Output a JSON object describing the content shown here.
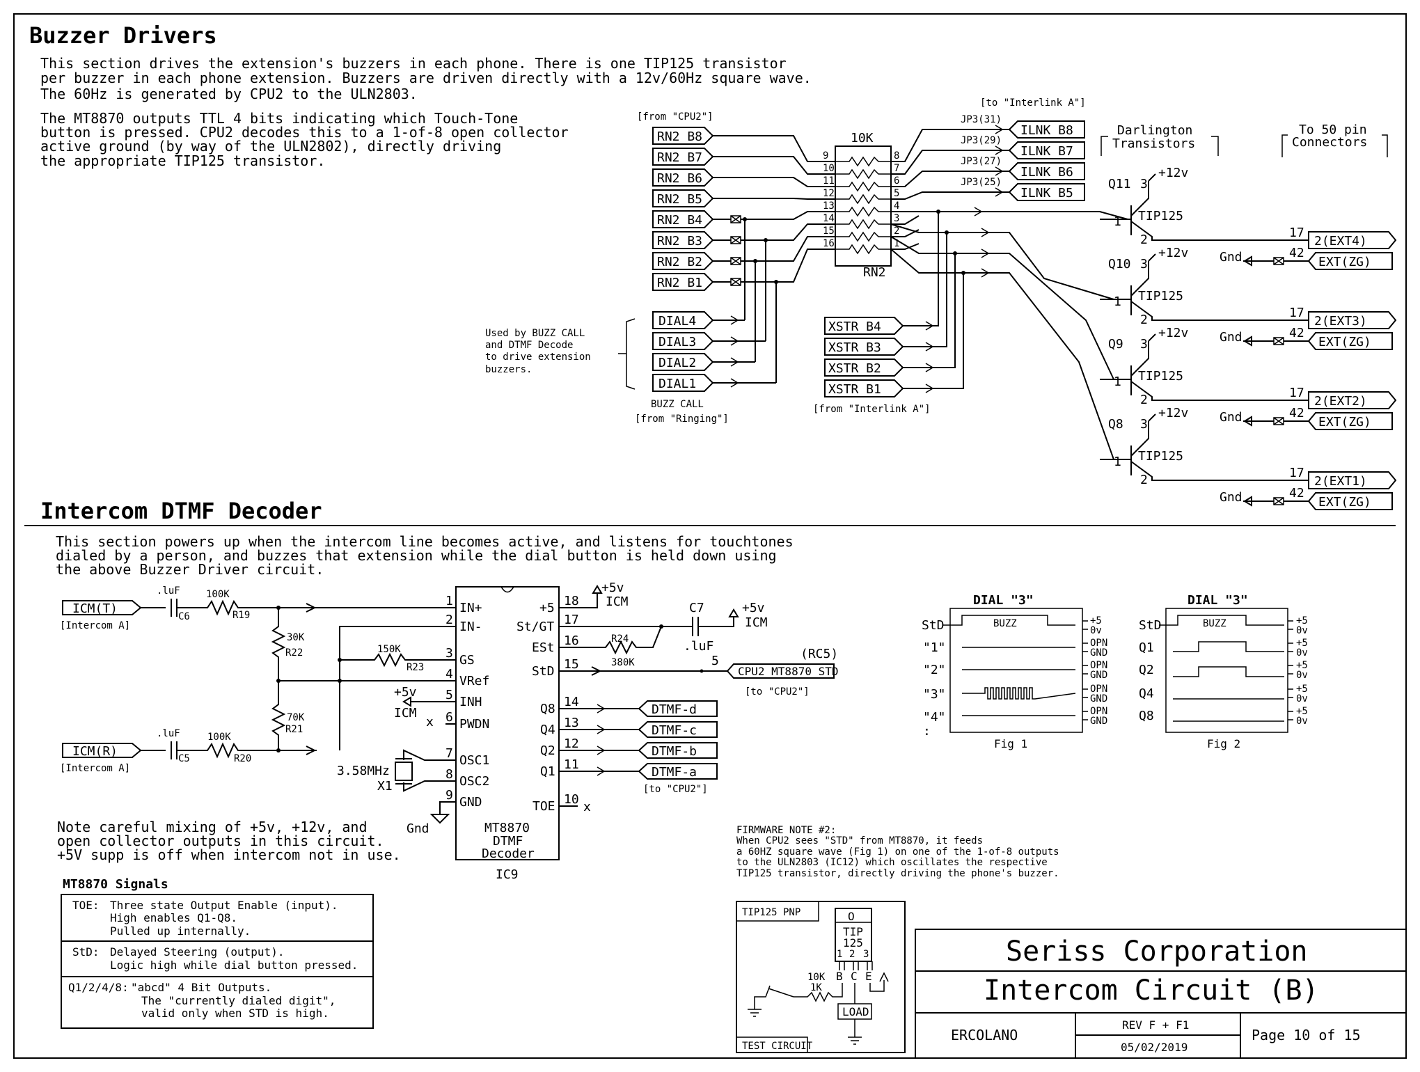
{
  "sections": {
    "buzzer_title": "Buzzer Drivers",
    "buzzer_desc": [
      "This section drives the extension's buzzers in each phone. There is one TIP125 transistor",
      "per buzzer in each phone extension. Buzzers are driven directly with a 12v/60Hz square wave.",
      "The 60Hz is generated by CPU2 to the ULN2803."
    ],
    "mt_desc": [
      "The MT8870 outputs TTL 4 bits indicating which Touch-Tone",
      "button is pressed. CPU2 decodes this to a 1-of-8 open collector",
      "active ground (by way of the ULN2802), directly driving",
      "the appropriate TIP125 transistor."
    ],
    "dtmf_title": "Intercom DTMF Decoder",
    "dtmf_desc": [
      "This section powers up when the intercom line becomes active, and listens for touchtones",
      "dialed by a person, and buzzes that extension while the dial button is held down using",
      "the above Buzzer Driver circuit."
    ],
    "mixing_note": [
      "Note careful mixing of +5v, +12v, and",
      "open collector outputs in this circuit.",
      "+5V supp is off when intercom not in use."
    ]
  },
  "buzzer": {
    "from_cpu2": "[from \"CPU2\"]",
    "to_interlink": "[to \"Interlink A\"]",
    "rn2_inputs": [
      "RN2 B8",
      "RN2 B7",
      "RN2 B6",
      "RN2 B5",
      "RN2 B4",
      "RN2 B3",
      "RN2 B2",
      "RN2 B1"
    ],
    "rn2_value": "10K",
    "rn2_name": "RN2",
    "rn2_left_pins": [
      "9",
      "10",
      "11",
      "12",
      "13",
      "14",
      "15",
      "16"
    ],
    "rn2_right_pins": [
      "8",
      "7",
      "6",
      "5",
      "4",
      "3",
      "2",
      "1"
    ],
    "jp3_labels": [
      "JP3(31)",
      "JP3(29)",
      "JP3(27)",
      "JP3(25)"
    ],
    "ilnk": [
      "ILNK B8",
      "ILNK B7",
      "ILNK B6",
      "ILNK B5"
    ],
    "dial": [
      "DIAL4",
      "DIAL3",
      "DIAL2",
      "DIAL1"
    ],
    "used_by": [
      "Used by BUZZ CALL",
      "and DTMF Decode",
      "to drive extension",
      "buzzers."
    ],
    "buzz_call": "BUZZ CALL",
    "from_ringing": "[from \"Ringing\"]",
    "xstr": [
      "XSTR B4",
      "XSTR B3",
      "XSTR B2",
      "XSTR B1"
    ],
    "from_interlink": "[from \"Interlink A\"]",
    "darlington": [
      "Darlington",
      "Transistors"
    ],
    "connectors": [
      "To 50 pin",
      "Connectors"
    ],
    "transistors": [
      {
        "ref": "Q11",
        "part": "TIP125",
        "ext": "2(EXT4)"
      },
      {
        "ref": "Q10",
        "part": "TIP125",
        "ext": "2(EXT3)"
      },
      {
        "ref": "Q9",
        "part": "TIP125",
        "ext": "2(EXT2)"
      },
      {
        "ref": "Q8",
        "part": "TIP125",
        "ext": "2(EXT1)"
      }
    ],
    "plus12": "+12v",
    "gnd": "Gnd",
    "ext_zg": "EXT(ZG)",
    "pin17": "17",
    "pin42": "42",
    "pin1": "1",
    "pin2": "2",
    "pin3": "3"
  },
  "dtmf": {
    "icm_t": "ICM(T)",
    "icm_r": "ICM(R)",
    "intercom_a": "[Intercom A]",
    "c6": {
      "val": ".luF",
      "ref": "C6"
    },
    "c5": {
      "val": ".luF",
      "ref": "C5"
    },
    "r19": {
      "val": "100K",
      "ref": "R19"
    },
    "r20": {
      "val": "100K",
      "ref": "R20"
    },
    "r22": {
      "val": "30K",
      "ref": "R22"
    },
    "r21": {
      "val": "70K",
      "ref": "R21"
    },
    "r23": {
      "val": "150K",
      "ref": "R23"
    },
    "r24": {
      "val": "R24",
      "ref": "380K"
    },
    "c7": {
      "ref": "C7",
      "val": ".luF"
    },
    "crystal": {
      "val": "3.58MHz",
      "ref": "X1"
    },
    "ic_left_pins": [
      {
        "n": "1",
        "name": "IN+"
      },
      {
        "n": "2",
        "name": "IN-"
      },
      {
        "n": "3",
        "name": "GS"
      },
      {
        "n": "4",
        "name": "VRef"
      },
      {
        "n": "5",
        "name": "INH"
      },
      {
        "n": "6",
        "name": "PWDN"
      },
      {
        "n": "7",
        "name": "OSC1"
      },
      {
        "n": "8",
        "name": "OSC2"
      },
      {
        "n": "9",
        "name": "GND"
      }
    ],
    "ic_right_pins": [
      {
        "n": "18",
        "name": "+5"
      },
      {
        "n": "17",
        "name": "St/GT"
      },
      {
        "n": "16",
        "name": "ESt"
      },
      {
        "n": "15",
        "name": "StD"
      },
      {
        "n": "14",
        "name": "Q8"
      },
      {
        "n": "13",
        "name": "Q4"
      },
      {
        "n": "12",
        "name": "Q2"
      },
      {
        "n": "11",
        "name": "Q1"
      },
      {
        "n": "10",
        "name": "TOE"
      }
    ],
    "ic_name": [
      "MT8870",
      "DTMF",
      "Decoder"
    ],
    "ic_ref": "IC9",
    "plus5v": "+5v",
    "icm": "ICM",
    "gnd": "Gnd",
    "x_mark": "x",
    "std_out": "CPU2 MT8870 STD",
    "rc5": "(RC5)",
    "pin5": "5",
    "to_cpu2": "[to \"CPU2\"]",
    "outputs": [
      "DTMF-d",
      "DTMF-c",
      "DTMF-b",
      "DTMF-a"
    ]
  },
  "fig1": {
    "title": "DIAL \"3\"",
    "rows": [
      "StD",
      "\"1\"",
      "\"2\"",
      "\"3\"",
      "\"4\"",
      ":"
    ],
    "buzz": "BUZZ",
    "levels_std": [
      "+5",
      "0v"
    ],
    "levels_opn": [
      "OPN",
      "GND"
    ],
    "caption": "Fig 1"
  },
  "fig2": {
    "title": "DIAL \"3\"",
    "rows": [
      "StD",
      "Q1",
      "Q2",
      "Q4",
      "Q8"
    ],
    "buzz": "BUZZ",
    "levels": [
      "+5",
      "0v"
    ],
    "caption": "Fig 2"
  },
  "firmware_note": [
    "FIRMWARE NOTE #2:",
    "When CPU2 sees \"STD\" from MT8870, it feeds",
    "a 60HZ square wave (Fig 1) on one of the 1-of-8 outputs",
    "to the ULN2803 (IC12) which oscillates the respective",
    "TIP125 transistor, directly driving the phone's buzzer."
  ],
  "signals": {
    "title": "MT8870 Signals",
    "rows": [
      {
        "name": "TOE:",
        "lines": [
          "Three state Output Enable (input).",
          "High enables Q1-Q8.",
          "Pulled up internally."
        ]
      },
      {
        "name": "StD:",
        "lines": [
          "Delayed Steering (output).",
          "Logic high while dial button pressed."
        ]
      },
      {
        "name": "Q1/2/4/8:",
        "lines": [
          "\"abcd\" 4 Bit Outputs.",
          "The \"currently dialed digit\",",
          "valid only when STD is high."
        ]
      }
    ]
  },
  "test_circuit": {
    "part": "TIP125 PNP",
    "label": "TEST CIRCUIT",
    "chip": [
      "O",
      "TIP",
      "125"
    ],
    "pins": [
      "1",
      "2",
      "3"
    ],
    "bce": [
      "B",
      "C",
      "E"
    ],
    "r": [
      "10K",
      "1K"
    ],
    "load": "LOAD"
  },
  "title_block": {
    "company": "Seriss Corporation",
    "title": "Intercom Circuit (B)",
    "author": "ERCOLANO",
    "rev": "REV F + F1",
    "date": "05/02/2019",
    "page": "Page 10 of 15"
  }
}
